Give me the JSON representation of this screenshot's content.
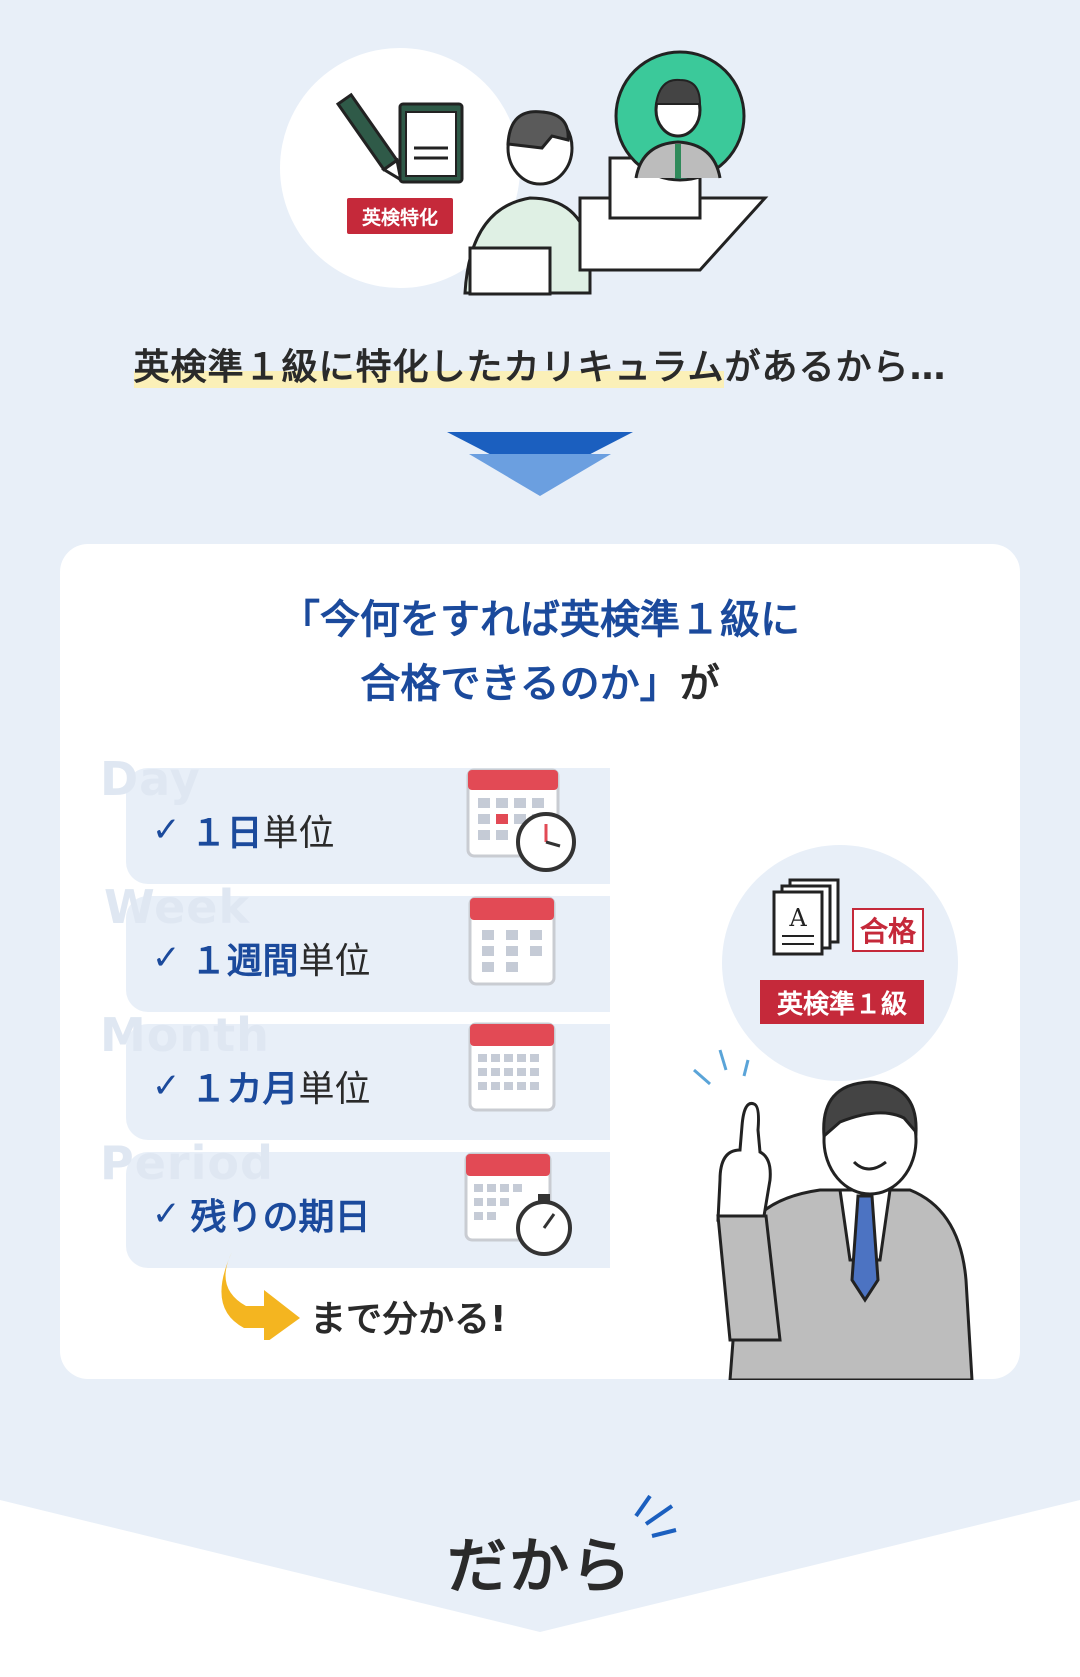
{
  "hero": {
    "badge": "英検特化",
    "lead_highlight": "英検準１級に特化したカリキュラム",
    "lead_rest": "があるから…"
  },
  "card": {
    "title_line1": "「今何をすれば英検準１級に",
    "title_line2_blue": "合格できるのか」",
    "title_line2_dark": "が",
    "rows": [
      {
        "en": "Day",
        "check": "✓",
        "bold": "１日",
        "plain": "単位"
      },
      {
        "en": "Week",
        "check": "✓",
        "bold": "１週間",
        "plain": "単位"
      },
      {
        "en": "Month",
        "check": "✓",
        "bold": "１カ月",
        "plain": "単位"
      },
      {
        "en": "Period",
        "check": "✓",
        "bold": "残りの期日",
        "plain": ""
      }
    ],
    "note": "まで分かる!",
    "pass_tag": "合格",
    "grade_badge": "英検準１級"
  },
  "footer": {
    "text": "だから"
  },
  "colors": {
    "background_band": "#e8eff8",
    "accent_blue": "#1b4a9c",
    "accent_red": "#c5293a",
    "highlight_yellow": "#fbf0b8"
  }
}
